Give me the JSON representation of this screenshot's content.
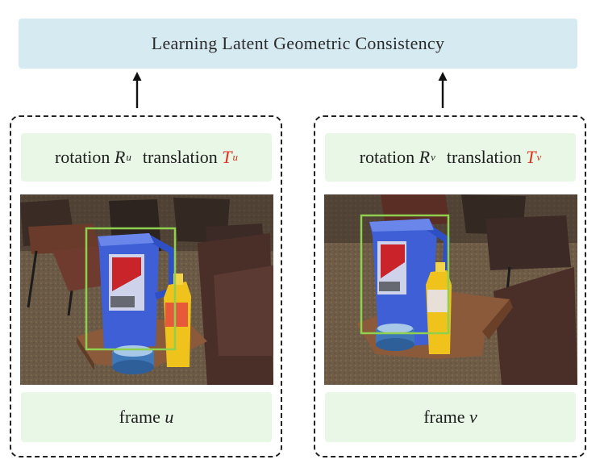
{
  "header": {
    "title": "Learning Latent Geometric Consistency"
  },
  "panels": [
    {
      "rotation_word": "rotation",
      "rotation_symbol": "R",
      "rotation_sup": "u",
      "translation_word": "translation",
      "translation_symbol": "T",
      "translation_sup": "u",
      "frame_word": "frame",
      "frame_var": "u"
    },
    {
      "rotation_word": "rotation",
      "rotation_symbol": "R",
      "rotation_sup": "v",
      "translation_word": "translation",
      "translation_symbol": "T",
      "translation_sup": "v",
      "frame_word": "frame",
      "frame_var": "v"
    }
  ],
  "colors": {
    "header_bg": "#d6eaf2",
    "label_bg": "#e8f7e6",
    "translation_highlight": "#e0301e",
    "bbox": "#8fd14f"
  }
}
